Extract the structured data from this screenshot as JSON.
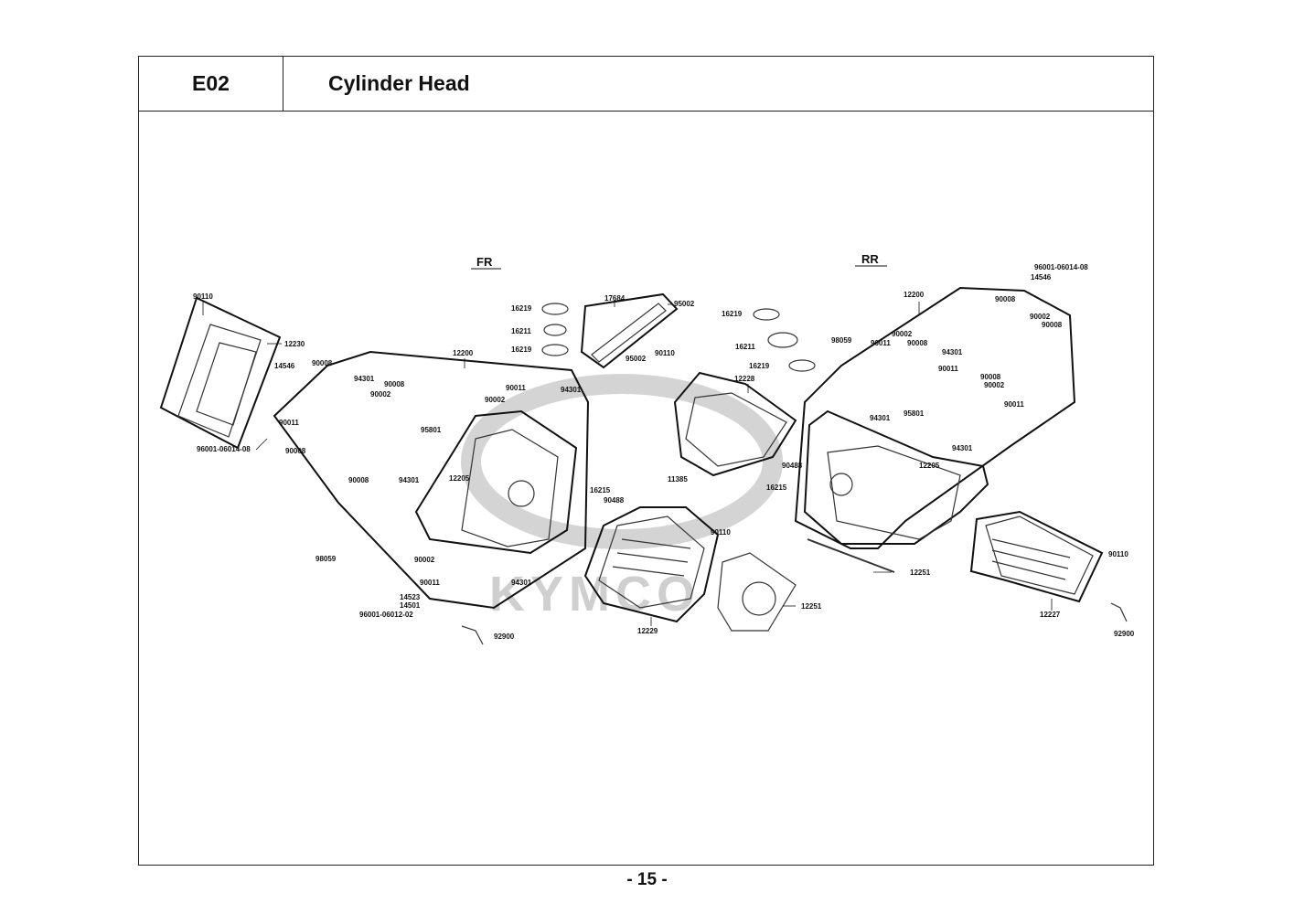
{
  "header": {
    "code": "E02",
    "title": "Cylinder Head"
  },
  "footer": {
    "page": "- 15 -"
  },
  "diagram": {
    "watermark": "KYMCO",
    "direction_labels": {
      "front": "FR",
      "rear": "RR"
    },
    "callouts": {
      "c01": "90110",
      "c02": "12230",
      "c03": "14546",
      "c04": "96001-06014-08",
      "c05": "90008",
      "c06": "94301",
      "c07": "90008",
      "c08": "90002",
      "c09": "90011",
      "c10": "95801",
      "c11": "90008",
      "c12": "90008",
      "c13": "94301",
      "c14": "12200",
      "c15": "90011",
      "c16": "94301",
      "c17": "90002",
      "c18": "12205",
      "c19": "98059",
      "c20": "90002",
      "c21": "90011",
      "c22": "94301",
      "c23": "14523",
      "c24": "14501",
      "c25": "96001-06012-02",
      "c26": "92900",
      "c27": "16219",
      "c28": "16211",
      "c29": "16219",
      "c30": "17684",
      "c31": "95002",
      "c32": "95002",
      "c33": "90110",
      "c34": "16215",
      "c35": "90488",
      "c36": "11385",
      "c37": "12229",
      "c38": "90110",
      "c39": "12251",
      "c40": "16219",
      "c41": "16211",
      "c42": "16219",
      "c43": "98059",
      "c44": "12228",
      "c45": "90488",
      "c46": "16215",
      "c47": "12200",
      "c48": "96001-06014-08",
      "c49": "14546",
      "c50": "90008",
      "c51": "90002",
      "c52": "90008",
      "c53": "90002",
      "c54": "90011",
      "c55": "90008",
      "c56": "94301",
      "c57": "90011",
      "c58": "90008",
      "c59": "90002",
      "c60": "90011",
      "c61": "94301",
      "c62": "95801",
      "c63": "94301",
      "c64": "12205",
      "c65": "12251",
      "c66": "90110",
      "c67": "12227",
      "c68": "92900"
    }
  }
}
